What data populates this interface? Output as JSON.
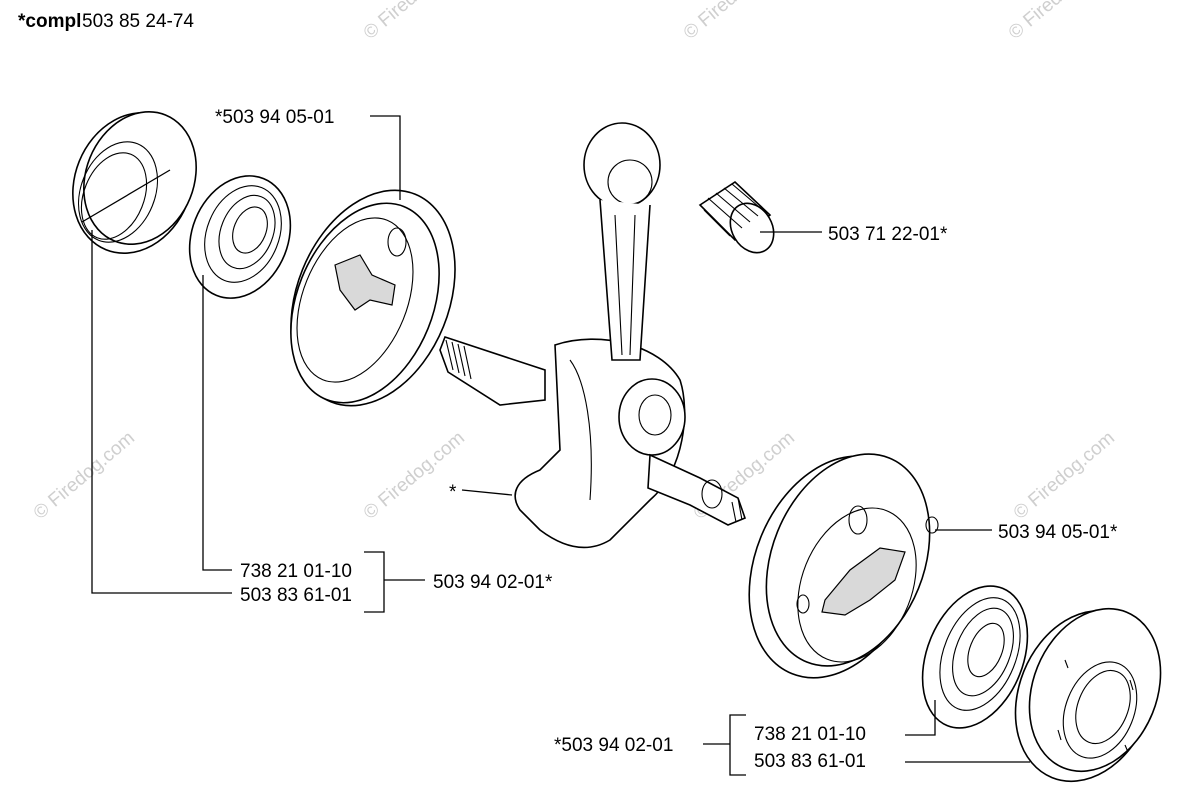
{
  "header": {
    "prefix": "*compl",
    "number": "503 85 24-74"
  },
  "labels": {
    "flywheel_half_top": "*503 94 05-01",
    "needle_bearing": "503 71 22-01*",
    "crankshaft": "*",
    "flywheel_half_bottom": "503 94 05-01*",
    "bearing_left": "738 21 01-10",
    "seal_left": "503 83 61-01",
    "set_left": "503 94 02-01*",
    "set_right": "*503 94 02-01",
    "bearing_right": "738 21 01-10",
    "seal_right": "503 83 61-01"
  },
  "watermark": {
    "text": "© Firedog.com"
  }
}
